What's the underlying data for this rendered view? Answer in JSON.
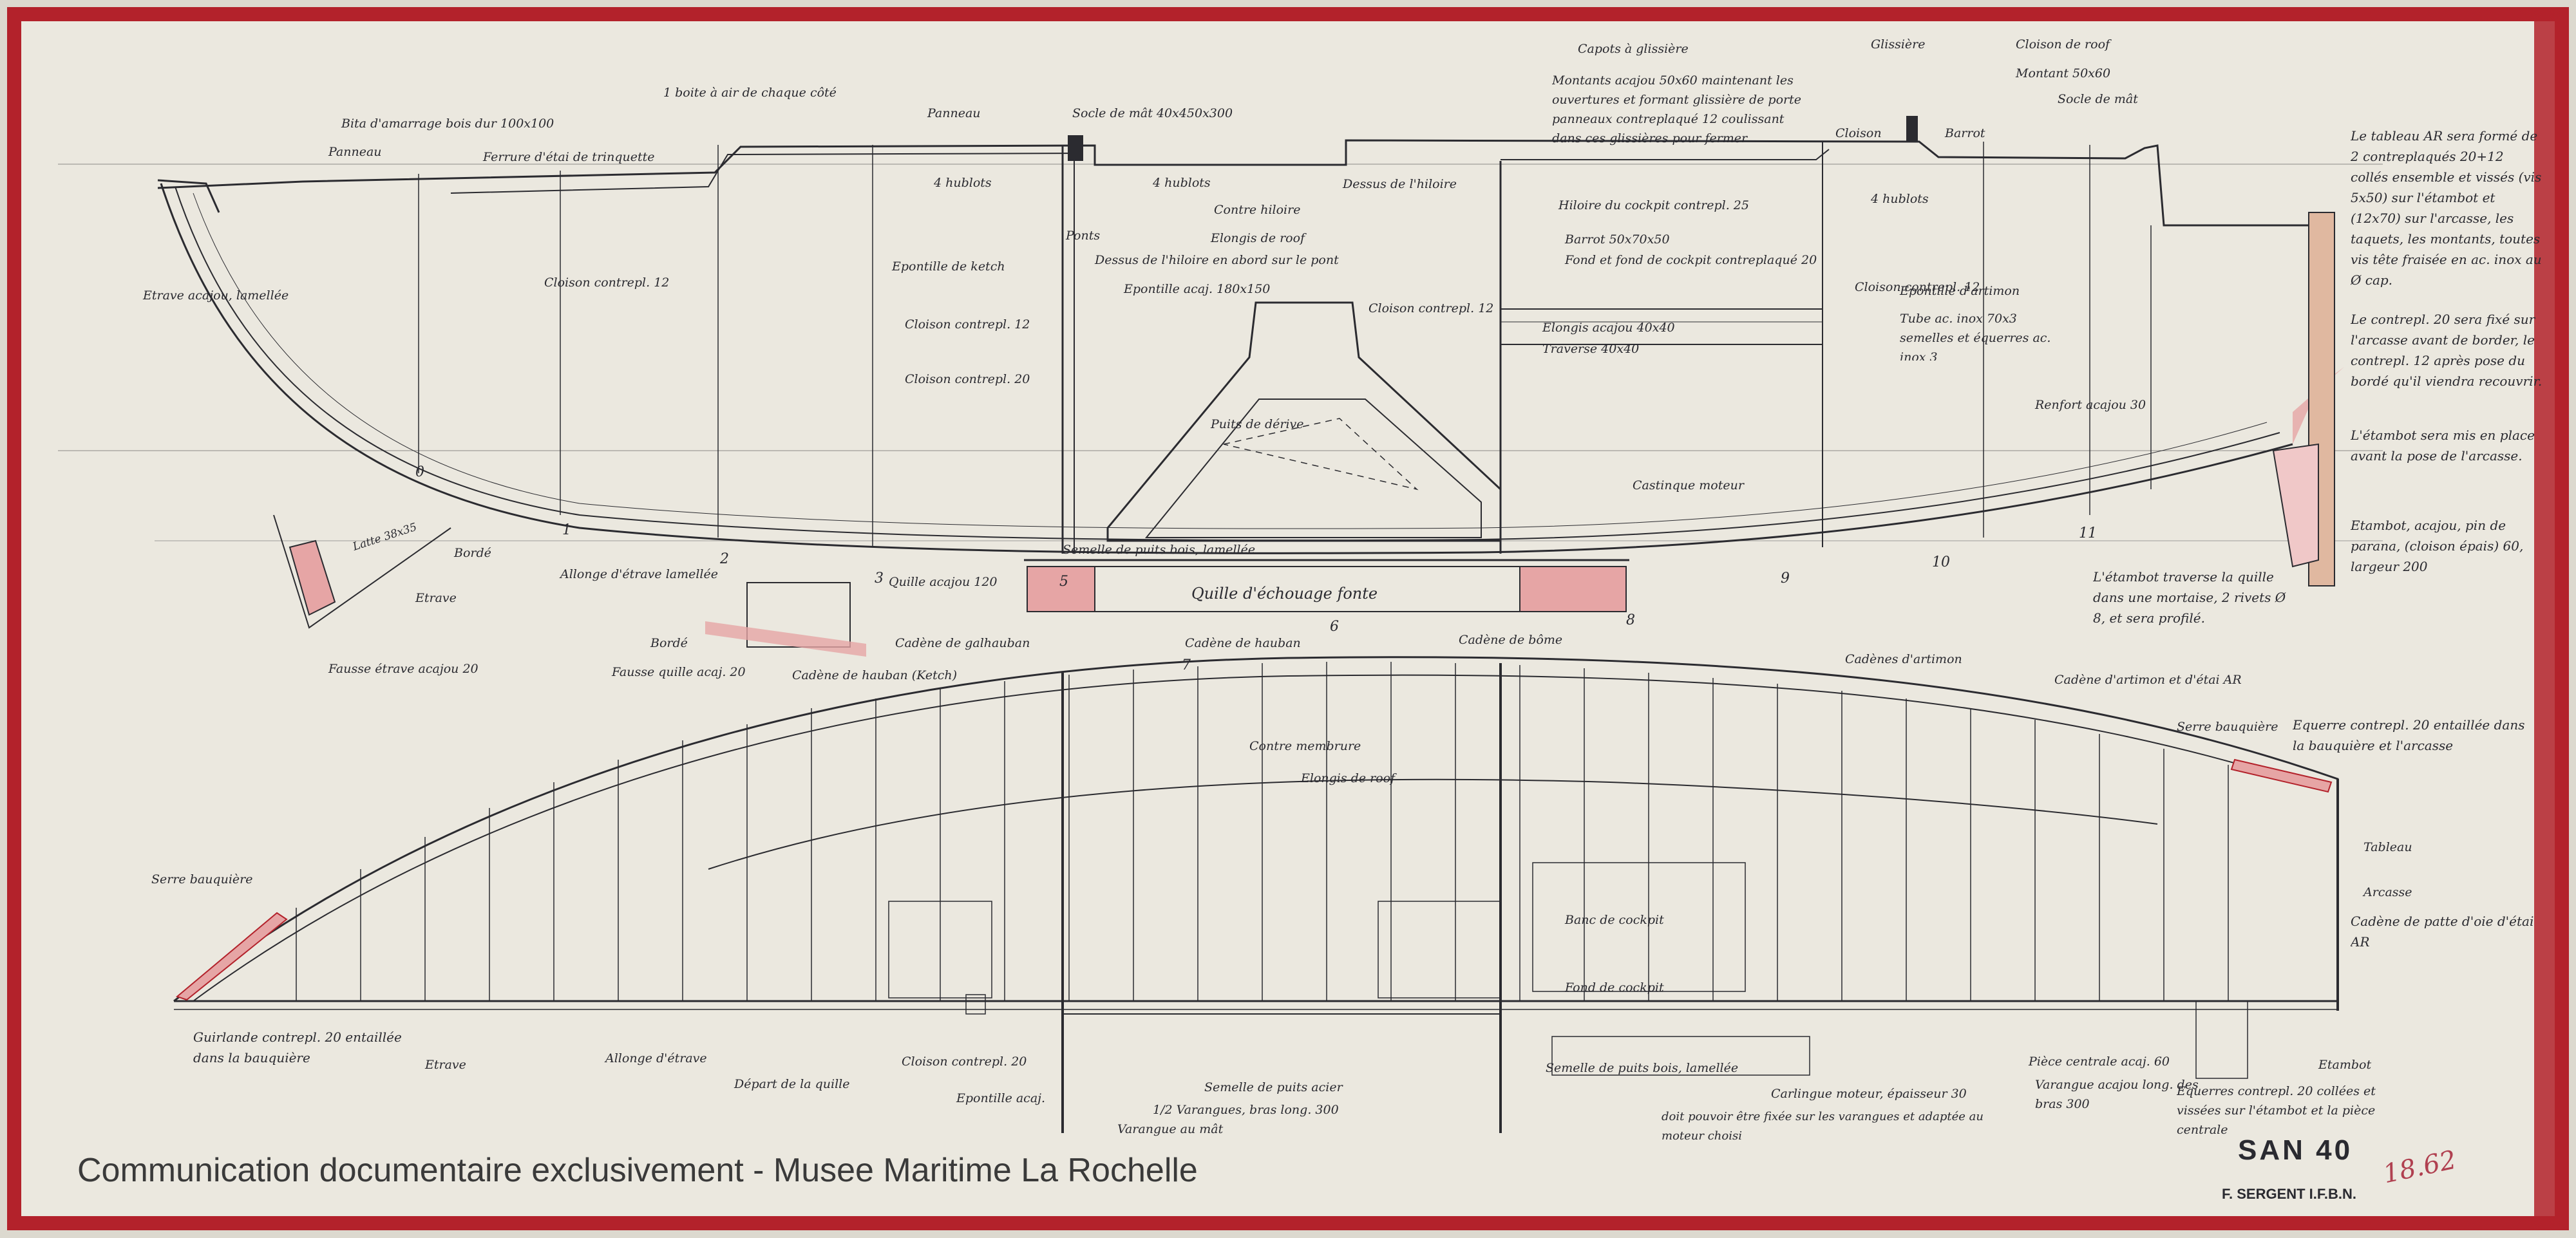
{
  "footer": {
    "credit": "Communication documentaire exclusivement - Musee Maritime La Rochelle",
    "drawing_number": "SAN 40",
    "draftsman": "F. SERGENT  I.F.B.N.",
    "archive_ref": "18.62"
  },
  "colors": {
    "frame": "#b3222b",
    "paper": "#e9e6dd",
    "ink": "#2b2b30",
    "hatch": "#e6a5a5"
  },
  "profile_labels": [
    "1 boite à air de chaque côté",
    "Bita d'amarrage bois dur 100x100",
    "Panneau",
    "Ferrure d'étai de trinquette",
    "Panneau",
    "Socle de mât 40x450x300",
    "Capots à glissière",
    "Montants acajou 50x60 maintenant les ouvertures et formant glissière de porte panneaux contreplaqué 12 coulissant dans ces glissières pour fermer",
    "Glissière",
    "Cloison de roof",
    "Montant 50x60",
    "Cloison",
    "Barrot",
    "Socle de mât",
    "4 hublots",
    "4 hublots",
    "4 hublots",
    "Dessus de l'hiloire",
    "Contre hiloire",
    "Ponts",
    "Elongis de roof",
    "Dessus de l'hiloire en abord sur le pont",
    "Hiloire du cockpit contrepl. 25",
    "Barrot 50x70x50",
    "Fond et fond de cockpit contreplaqué 20",
    "Epontille de ketch",
    "Epontille acaj. 180x150",
    "Cloison contrepl. 12",
    "Cloison contrepl. 12",
    "Cloison contrepl. 12",
    "Cloison contrepl. 20",
    "Cloison contrepl. 12",
    "Elongis acajou 40x40",
    "Traverse 40x40",
    "Epontille d'artimon",
    "Tube ac. inox 70x3 semelles et équerres ac. inox 3",
    "Renfort acajou 30",
    "Etrave acajou, lamellée",
    "Puits de dérive",
    "Semelle de puits bois, lamellée",
    "Quille d'échouage fonte",
    "Quille acajou 120",
    "Allonge d'étrave lamellée",
    "Castinque moteur",
    "L'étambot traverse la quille dans une mortaise, 2 rivets Ø 8, et sera profilé.",
    "Etambot, acajou, pin de parana, (cloison épais) 60, largeur 200",
    "Le tableau AR sera formé de 2 contreplaqués 20+12 collés ensemble et vissés (vis 5x50) sur l'étambot et (12x70) sur l'arcasse, les taquets, les montants, toutes vis tête fraisée en ac. inox au Ø cap.",
    "Le contrepl. 20 sera fixé sur l'arcasse avant de border, le contrepl. 12 après pose du bordé qu'il viendra recouvrir.",
    "L'étambot sera mis en place avant la pose de l'arcasse.",
    "Etrave",
    "Bordé",
    "Latte 38x35",
    "Fausse étrave acajou 20",
    "Bordé",
    "Fausse quille acaj. 20",
    "Cadène de hauban (Ketch)"
  ],
  "station_numbers": [
    "0",
    "1",
    "2",
    "3",
    "5",
    "6",
    "7",
    "8",
    "9",
    "10",
    "11"
  ],
  "plan_labels": [
    "Cadène de galhauban",
    "Cadène de hauban",
    "Cadène de bôme",
    "Cadènes d'artimon",
    "Cadène d'artimon et d'étai AR",
    "Serre bauquière",
    "Equerre contrepl. 20 entaillée dans la bauquière et l'arcasse",
    "Tableau",
    "Arcasse",
    "Cadène de patte d'oie d'étai AR",
    "Serre bauquière",
    "Guirlande contrepl. 20 entaillée dans la bauquière",
    "Etrave",
    "Allonge d'étrave",
    "Départ de la quille",
    "Cloison contrepl. 20",
    "Epontille acaj.",
    "Varangue au mât",
    "Semelle de puits acier",
    "1/2 Varangues, bras long. 300",
    "Semelle de puits bois, lamellée",
    "Carlingue moteur, épaisseur 30",
    "doit pouvoir être fixée sur les varangues et adaptée au moteur choisi",
    "Pièce centrale acaj. 60",
    "Varangue acajou long. des bras 300",
    "Equerres contrepl. 20 collées et vissées sur l'étambot et la pièce centrale",
    "Etambot",
    "Banc de cockpit",
    "Fond de cockpit",
    "Elongis de roof",
    "Contre membrure"
  ]
}
